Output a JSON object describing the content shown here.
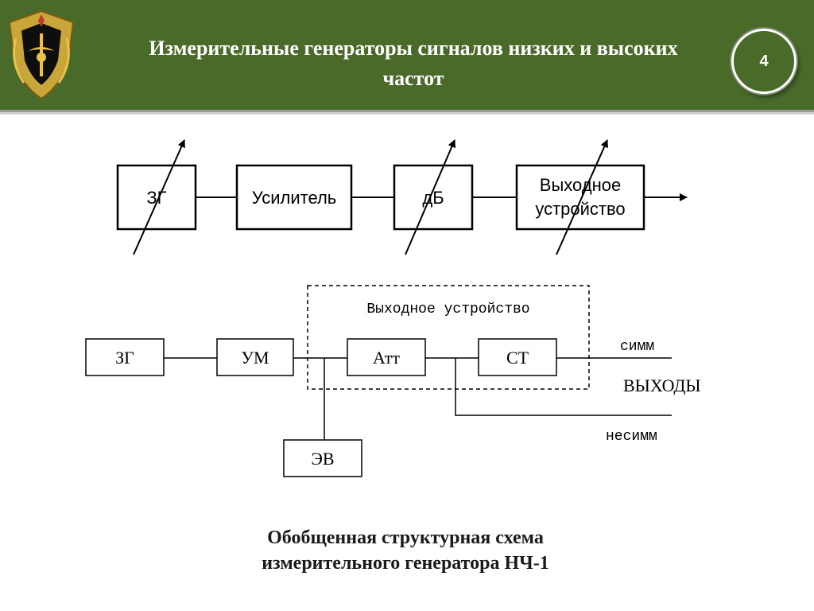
{
  "slide": {
    "title_line1": "Измерительные генераторы сигналов низких и высоких",
    "title_line2": "частот",
    "page_number": "4",
    "caption_line1": "Обобщенная структурная схема",
    "caption_line2": "измерительного генератора НЧ-1"
  },
  "diagram_top": {
    "blocks": [
      "ЗГ",
      "Усилитель",
      "дБ"
    ],
    "output_block_line1": "Выходное",
    "output_block_line2": "устройство"
  },
  "diagram_bottom": {
    "blocks": [
      "ЗГ",
      "УМ",
      "Атт",
      "СТ",
      "ЭВ"
    ],
    "group_label": "Выходное устройство",
    "out_symm": "симм",
    "out_label": "ВЫХОДЫ",
    "out_nonsymm": "несимм"
  },
  "colors": {
    "header_bg": "#4a6a2a",
    "text_white": "#ffffff",
    "line": "#000000"
  }
}
